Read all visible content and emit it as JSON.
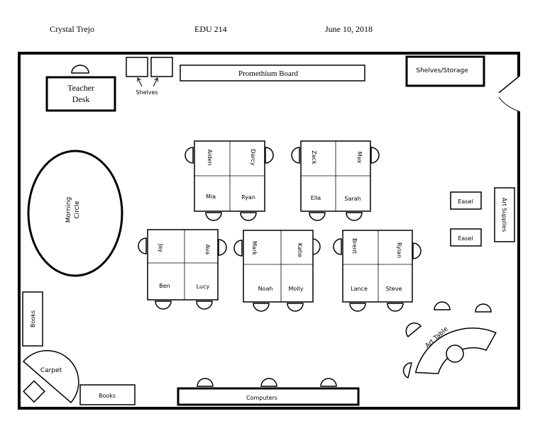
{
  "header": {
    "name": "Crystal Trejo",
    "course": "EDU 214",
    "date": "June 10, 2018"
  },
  "room": {
    "teacher_desk": [
      "Teacher",
      "Desk"
    ],
    "shelves_small": "Shelves",
    "promethium_board": "Promethium Board",
    "shelves_storage": "Shelves/Storage",
    "morning_circle": [
      "Morning",
      "Circle"
    ],
    "books_left": "Books",
    "carpet": "Carpet",
    "books_bottom": "Books",
    "computers": "Computers",
    "art_table": "Art Table",
    "easel_top": "Easel",
    "easel_bottom": "Easel",
    "art_supplies": "Art Supplies"
  },
  "groups": {
    "group_1": {
      "top_left": "Aiden",
      "top_right": "Darcy",
      "bottom_left": "Mia",
      "bottom_right": "Ryan"
    },
    "group_2": {
      "top_left": "Zack",
      "top_right": "Max",
      "bottom_left": "Ella",
      "bottom_right": "Sarah"
    },
    "group_3": {
      "top_left": "Jay",
      "top_right": "Ava",
      "bottom_left": "Ben",
      "bottom_right": "Lucy"
    },
    "group_4": {
      "top_left": "Mark",
      "top_right": "Katie",
      "bottom_left": "Noah",
      "bottom_right": "Molly"
    },
    "group_5": {
      "top_left": "Brent",
      "top_right": "Rylan",
      "bottom_left": "Lance",
      "bottom_right": "Steve"
    }
  }
}
